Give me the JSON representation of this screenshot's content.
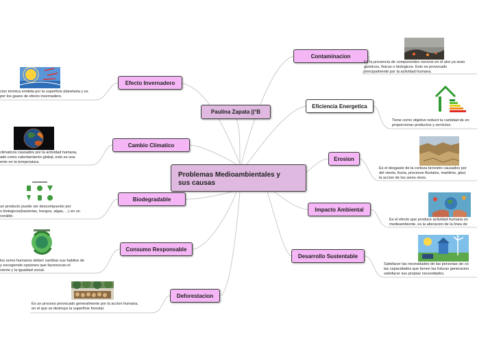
{
  "root": {
    "title_line1": "Problemas Medioambientales y",
    "title_line2": "sus causas"
  },
  "author": "Paulina Zapata ||°B",
  "left_topics": [
    {
      "label": "Efecto Invernadero",
      "desc": [
        "cion termica emitida por la superficie planetaria y es",
        "por los gases de efecto invernadero."
      ],
      "icon": "sun-greenhouse-icon"
    },
    {
      "label": "Cambio Climatico",
      "desc": [
        "climaticos causados por la actividad humana,",
        "ado como calentamiento global, este es una",
        "ente en la temperatura."
      ],
      "icon": "earth-fire-icon"
    },
    {
      "label": "Biodegradable",
      "desc": [
        "un producto puede ser descompuesto por",
        "s biologicos(bacterias, hongos, algas, ...) en un",
        "vorable."
      ],
      "icon": "recycle-symbols-icon"
    },
    {
      "label": "Consumo Responsable",
      "desc": [
        "los seres humanos deben cambiar sus habitos de",
        "y escogiendo  opsiones que favorezcan el",
        "ciente y la iguaidad social."
      ],
      "icon": "green-globe-recycle-icon"
    },
    {
      "label": "Deforestacion",
      "desc": [
        "Es un proceso provocado generalmente por la accion humana,",
        "en el que se destruye la superficie forestal."
      ],
      "icon": "cut-logs-icon"
    }
  ],
  "right_topics": [
    {
      "label": "Contaminacion",
      "desc": [
        "Es la presencia de componentes nocivos en el aire ya sean",
        "quimicos, fisicos o biologicos. Esto es provocado",
        "principalmente por la actividad humana."
      ],
      "icon": "smoke-pollution-icon"
    },
    {
      "label": "Eficiencia Energetica",
      "desc": [
        "Tiene como objetivo reducir la cantidad de en",
        "proporcionar productos y servicios."
      ],
      "icon": "energy-rating-house-icon"
    },
    {
      "label": "Erosion",
      "desc": [
        "Es el desgaste de la corteza terrestre causados por",
        "del viento, lluvia, procesos fluviales, maritimo, glaci",
        "la accion de los seres vivos."
      ],
      "icon": "eroded-land-icon"
    },
    {
      "label": "Impacto Ambiental",
      "desc": [
        "Es el efecto que produce actividad humana so",
        "medioambiente, es la alteracion de la linea de"
      ],
      "icon": "hands-earth-icon"
    },
    {
      "label": "Desarrollo Sustentable",
      "desc": [
        "Satisfacer las necesidades de las personas sin co",
        "las capacidades que tienen las futuras generacion",
        "satisfacer sus propias necesidades."
      ],
      "icon": "renewable-energy-icon"
    }
  ],
  "colors": {
    "root_fill": "#dfb9e0",
    "topic_fill": "#f4b6f4",
    "highlight_fill": "#ffffff",
    "connector": "#c8c8c8",
    "border": "#3c3c3c"
  }
}
